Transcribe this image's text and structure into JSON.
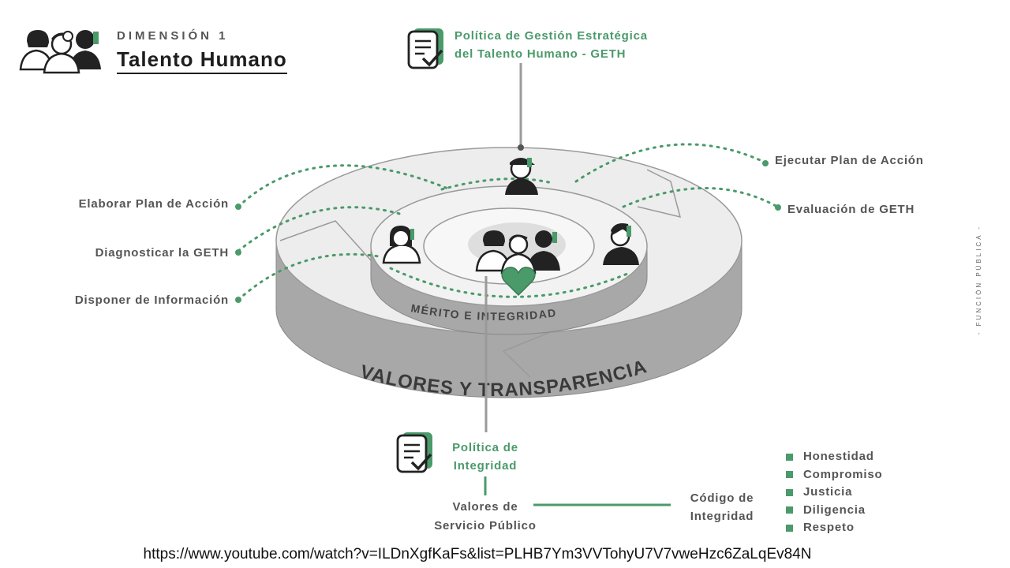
{
  "header": {
    "dimension_label": "DIMENSIÓN 1",
    "title": "Talento Humano",
    "icon": "people-group-icon"
  },
  "policy_top": {
    "line1": "Política de Gestión Estratégica",
    "line2": "del Talento Humano - GETH",
    "icon": "document-check-icon"
  },
  "steps_left": [
    {
      "label": "Elaborar Plan de Acción"
    },
    {
      "label": "Diagnosticar la GETH"
    },
    {
      "label": "Disponer de Información"
    }
  ],
  "steps_right": [
    {
      "label": "Ejecutar Plan de Acción"
    },
    {
      "label": "Evaluación de GETH"
    }
  ],
  "rings": {
    "inner_label": "MÉRITO  E  INTEGRIDAD",
    "outer_label": "VALORES  Y  TRANSPARENCIA"
  },
  "policy_bottom": {
    "line1": "Política de",
    "line2": "Integridad",
    "icon": "document-check-icon"
  },
  "values_node": {
    "line1": "Valores de",
    "line2": "Servicio Público"
  },
  "code_node": {
    "line1": "Código de",
    "line2": "Integridad"
  },
  "values_list": [
    "Honestidad",
    "Compromiso",
    "Justicia",
    "Diligencia",
    "Respeto"
  ],
  "side_text": "- FUNCIÓN PÚBLICA -",
  "url": "https://www.youtube.com/watch?v=ILDnXgfKaFs&list=PLHB7Ym3VVTohyU7V7vweHzc6ZaLqEv84N",
  "colors": {
    "accent": "#4a9a6a",
    "dark": "#1e1e1e",
    "ring": "#d9d9d9",
    "ring_side": "#a8a8a8"
  }
}
